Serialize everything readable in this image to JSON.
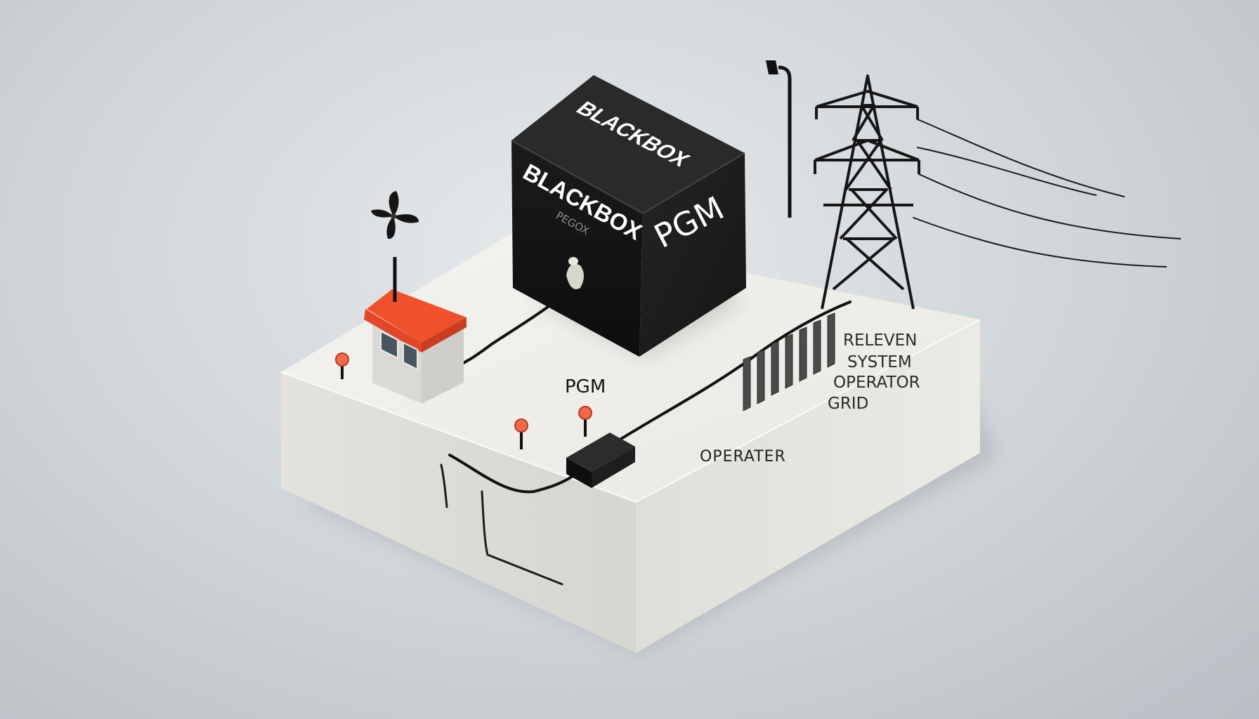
{
  "blackbox": {
    "top_text": "BLACKBOX",
    "front_text": "BLACKBOX",
    "front_subtext": "PEGOX",
    "side_text": "PGM"
  },
  "labels": {
    "pgm": "PGM",
    "operator": "OPERATER",
    "grid_lines": [
      "RELEVEN",
      "SYSTEM",
      "OPERATOR",
      "GRID"
    ]
  },
  "icons": {
    "house": "house-icon",
    "turbine": "wind-turbine-icon",
    "tower": "transmission-tower-icon",
    "meter": "meter-device-icon",
    "pole": "street-lamp-icon",
    "fence": "fence-posts-icon",
    "markers": "location-pin-icon"
  },
  "colors": {
    "background": "#cfd4d8",
    "platform_top": "#efeeea",
    "platform_left": "#dcdbd6",
    "platform_right": "#e6e5e0",
    "box_front": "#141414",
    "box_side": "#1d1d1d",
    "box_top": "#262626",
    "roof": "#f0502c",
    "pin": "#f26a4b"
  }
}
